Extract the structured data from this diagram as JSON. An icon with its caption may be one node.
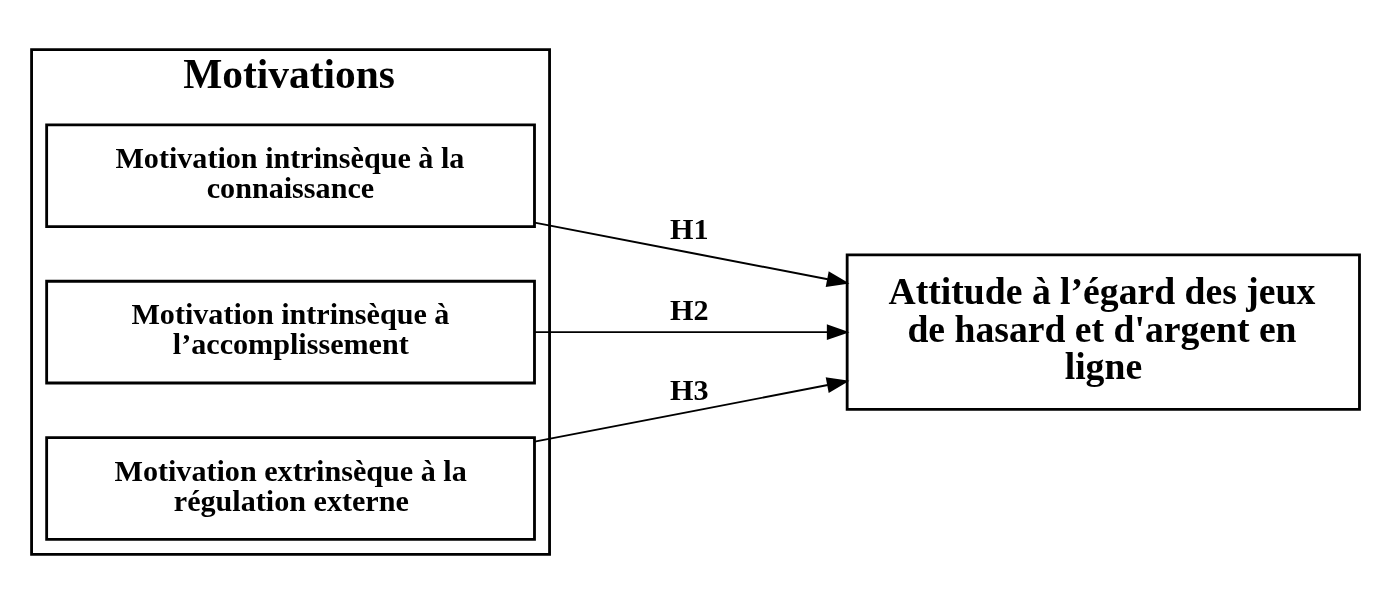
{
  "diagram": {
    "nodes": [
      {
        "text": [
          "Motivations"
        ]
      },
      {
        "text": [
          "Motivation intrinsèque à la connaissance"
        ],
        "in": 0
      },
      {
        "text": [
          "Motivation intrinsèque à l’accomplissement"
        ],
        "in": 0
      },
      {
        "text": [
          "Motivation extrinsèque à la régulation externe"
        ],
        "in": 0
      },
      {
        "text": [
          "Attitude à l’égard des jeux de hasard et d'argent en ligne"
        ]
      }
    ],
    "edges": [
      {
        "from": 1,
        "to": 4,
        "arrow": "to",
        "label": "H1"
      },
      {
        "from": 2,
        "to": 4,
        "arrow": "to",
        "label": "H2"
      },
      {
        "from": 3,
        "to": 4,
        "arrow": "to",
        "label": "H3"
      }
    ]
  }
}
